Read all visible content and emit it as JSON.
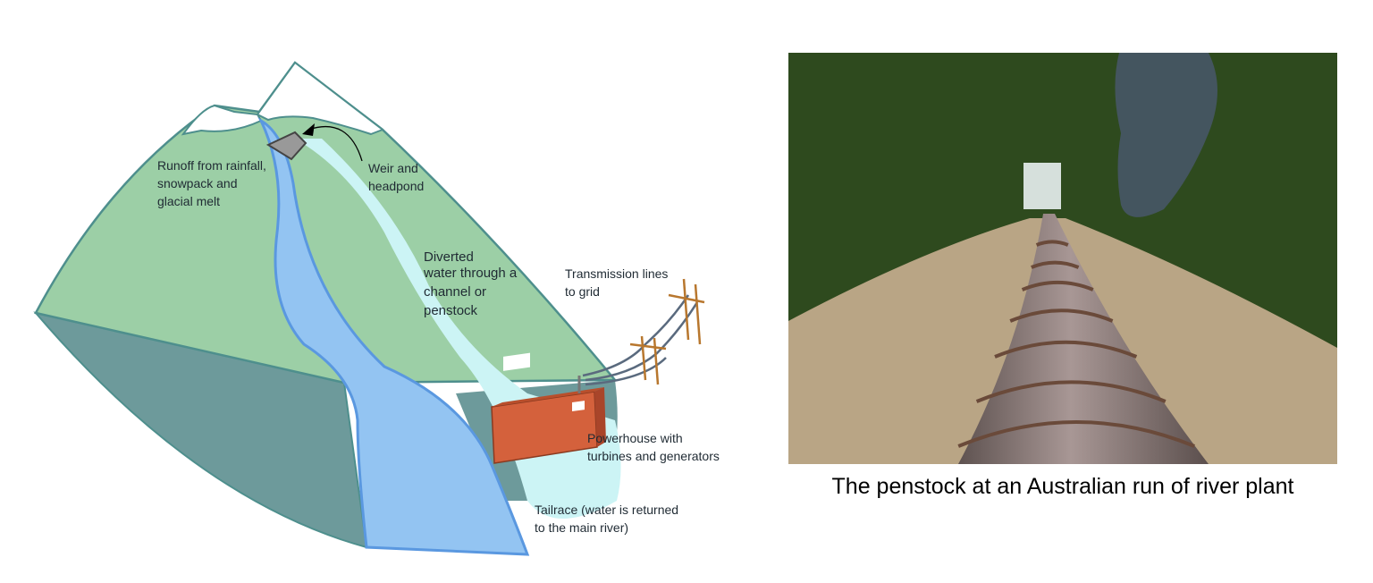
{
  "diagram": {
    "labels": {
      "runoff": [
        "Runoff from rainfall,",
        "snowpack and",
        "glacial melt"
      ],
      "weir": [
        "Weir and",
        "headpond"
      ],
      "diverted": [
        "Diverted",
        "water through a",
        "channel or",
        "penstock"
      ],
      "transmission": [
        "Transmission lines",
        "to grid"
      ],
      "powerhouse": [
        "Powerhouse with",
        "turbines and generators"
      ],
      "tailrace": [
        "Tailrace (water is returned",
        "to the main river)"
      ]
    },
    "colors": {
      "mountain": "#9ccfa6",
      "mountain_outline": "#4e8f8d",
      "cliff": "#6d9a9b",
      "river": "#93c4f2",
      "river_edge": "#5a98e0",
      "channel": "#ccf4f5",
      "powerhouse": "#d4613c",
      "poles": "#b8772e"
    }
  },
  "photo": {
    "caption": "The penstock at an Australian run of river plant",
    "colors": {
      "forest": "#2e4a1e",
      "reservoir": "#44555f",
      "slope": "#b9a585",
      "pipe": "#8b7c7a",
      "building": "#d6e0dc"
    }
  }
}
